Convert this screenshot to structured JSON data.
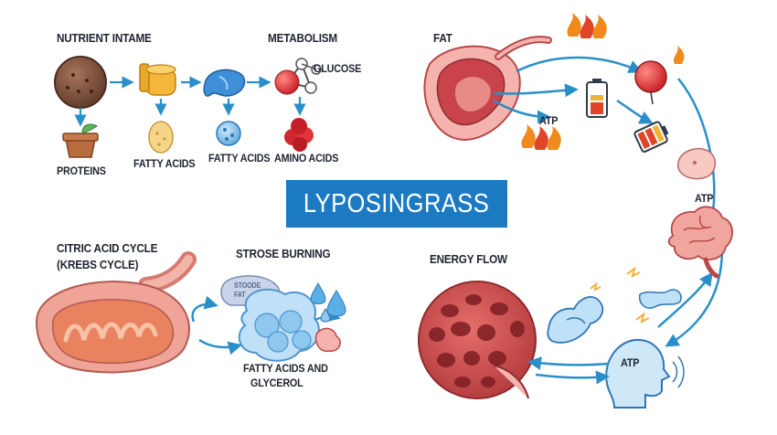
{
  "title": "LYPOSINGRASS",
  "sections": {
    "nutrient_intake": "NUTRIENT INTAME",
    "metabolism": "METABOLISM",
    "fat": "FAT",
    "citric_acid_cycle_line1": "CITRIC ACID CYCLE",
    "citric_acid_cycle_line2": "(KREBS CYCLE)",
    "strose_burning": "STROSE BURNING",
    "energy_flow": "ENERGY FLOW"
  },
  "labels": {
    "proteins": "PROTEINS",
    "fatty_acids_1": "FATTY ACIDS",
    "fatty_acids_2": "FATTY ACIDS",
    "amino_acids": "AMINO ACIDS",
    "glucose": "GLUCOSE",
    "atp_fat": "ATP",
    "atp_right": "ATP",
    "atp_head": "ATP",
    "fatty_acids_and_glycerol_line1": "FATTY ACIDS AND",
    "fatty_acids_and_glycerol_line2": "GLYCEROL",
    "stoode_line1": "STOODE",
    "stoode_line2": "FAT"
  },
  "colors": {
    "accent_blue": "#1c7ac3",
    "arrow_blue": "#2a8fc9",
    "tissue_red": "#c8444a",
    "tissue_pink": "#f0a5a0",
    "flame_orange": "#f08a1c",
    "flame_red": "#e0452a"
  },
  "icons": [
    "food-bowl-icon",
    "flowerpot-icon",
    "honey-pot-icon",
    "blue-organ-icon",
    "molecule-icon",
    "egg-icon",
    "blue-drop-icon",
    "red-cluster-icon",
    "fat-cell-icon",
    "flame-icon",
    "battery-icon",
    "red-ball-icon",
    "stomach-icon",
    "brain-icon",
    "muscle-arm-icon",
    "nerve-icon",
    "head-icon",
    "mitochondria-icon",
    "fat-globule-icon",
    "water-drop-icon",
    "tissue-sphere-icon"
  ]
}
